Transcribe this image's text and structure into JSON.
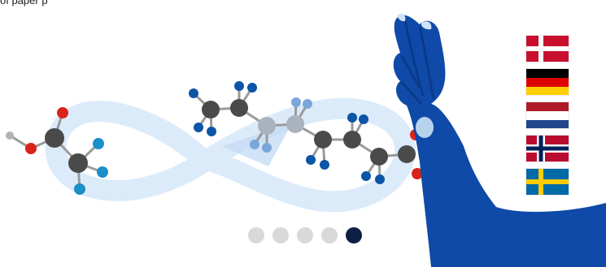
{
  "header": {
    "partial_text": "of paper p"
  },
  "carousel": {
    "slide_count": 5,
    "active_index": 4
  },
  "languages": [
    {
      "code": "da",
      "icon": "denmark-flag-icon"
    },
    {
      "code": "de",
      "icon": "germany-flag-icon"
    },
    {
      "code": "nl",
      "icon": "netherlands-flag-icon"
    },
    {
      "code": "no",
      "icon": "norway-flag-icon"
    },
    {
      "code": "sv",
      "icon": "sweden-flag-icon"
    }
  ],
  "colors": {
    "hand_blue": "#0f4aa8",
    "hand_shadow": "#0a3a8a",
    "infinity_light_blue": "#dcebfa",
    "atom_carbon": "#4a4a4a",
    "atom_fluorine_dark": "#0b55a6",
    "atom_fluorine_light": "#1a8fc8",
    "atom_oxygen": "#d9241c",
    "atom_hydrogen": "#b3b3b3",
    "dot_inactive": "#d9d9d9",
    "dot_active": "#0d1f44"
  }
}
